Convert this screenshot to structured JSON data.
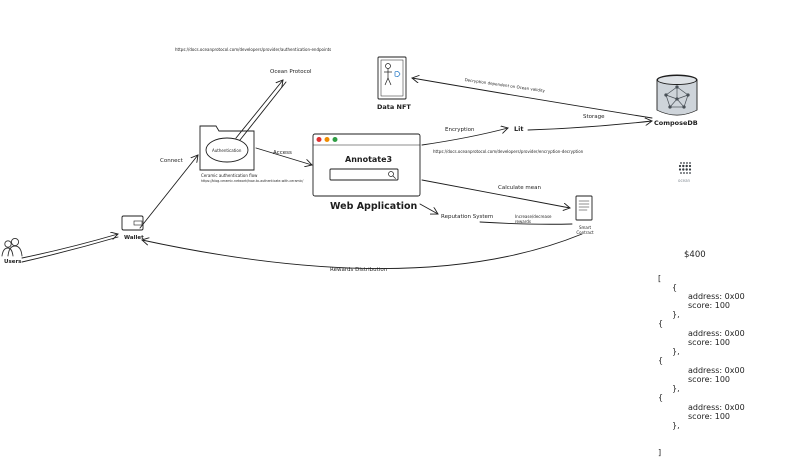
{
  "urls": {
    "auth_endpoints": "https://docs.oceanprotocol.com/developers/provider/authentication-endpoints",
    "encryption_decryption": "https://docs.oceanprotocol.com/developers/provider/encryption-decryption",
    "ceramic_flow": "https://blog.ceramic.network/how-to-authenticate-with-ceramic/"
  },
  "nodes": {
    "users": "Users",
    "wallet": "Wallet",
    "authentication": "Authentication",
    "ceramic_flow": "Ceramic authentication flow",
    "ocean_protocol": "Ocean Protocol",
    "data_nft": "Data NFT",
    "web_app_title": "Annotate3",
    "web_app": "Web Application",
    "lit": "Lit",
    "composedb": "ComposeDB",
    "smart_contract": "Smart Contract",
    "ocean_logo_text": "ocean"
  },
  "edges": {
    "connect": "Connect",
    "access": "Access",
    "encryption": "Encryption",
    "decryption": "Decryption dependent on Ocean validity",
    "storage": "Storage",
    "calculate_mean": "Calculate mean",
    "reputation": "Reputation System",
    "inc_dec": "Increase/decrease rewards",
    "rewards": "Rewards Distribution"
  },
  "rewards": {
    "amount": "$400",
    "open_bracket": "[",
    "close_bracket": "]",
    "open_brace": "{",
    "close_brace": "},",
    "entries": [
      {
        "address": "address: 0x00",
        "score": "score: 100"
      },
      {
        "address": "address: 0x00",
        "score": "score: 100"
      },
      {
        "address": "address: 0x00",
        "score": "score: 100"
      },
      {
        "address": "address: 0x00",
        "score": "score: 100"
      }
    ]
  }
}
